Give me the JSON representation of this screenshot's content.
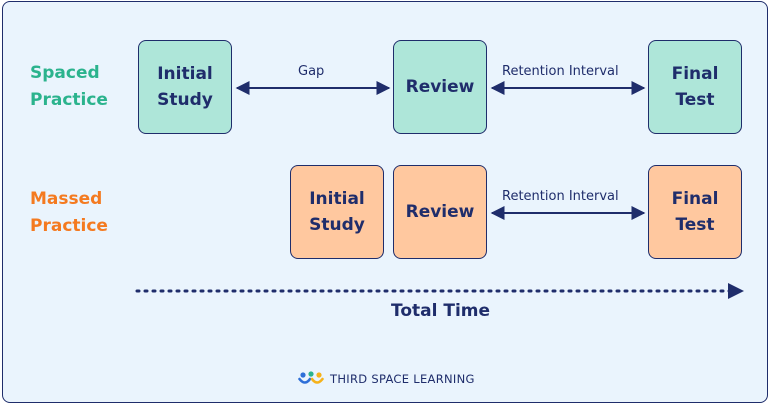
{
  "rows": {
    "spaced": {
      "label_line1": "Spaced",
      "label_line2": "Practice",
      "color": "#2bb38d",
      "boxes": [
        {
          "line1": "Initial",
          "line2": "Study"
        },
        {
          "line1": "Review",
          "line2": ""
        },
        {
          "line1": "Final",
          "line2": "Test"
        }
      ],
      "gap_label": "Gap",
      "retention_label": "Retention Interval"
    },
    "massed": {
      "label_line1": "Massed",
      "label_line2": "Practice",
      "color": "#f47a20",
      "boxes": [
        {
          "line1": "Initial",
          "line2": "Study"
        },
        {
          "line1": "Review",
          "line2": ""
        },
        {
          "line1": "Final",
          "line2": "Test"
        }
      ],
      "retention_label": "Retention Interval"
    }
  },
  "timeline": {
    "label": "Total Time"
  },
  "brand": {
    "name": "THIRD SPACE LEARNING"
  },
  "colors": {
    "navy": "#1f2d6b",
    "spaced_fill": "#aee6d9",
    "massed_fill": "#ffc89f",
    "panel_bg": "#eaf4fd"
  }
}
